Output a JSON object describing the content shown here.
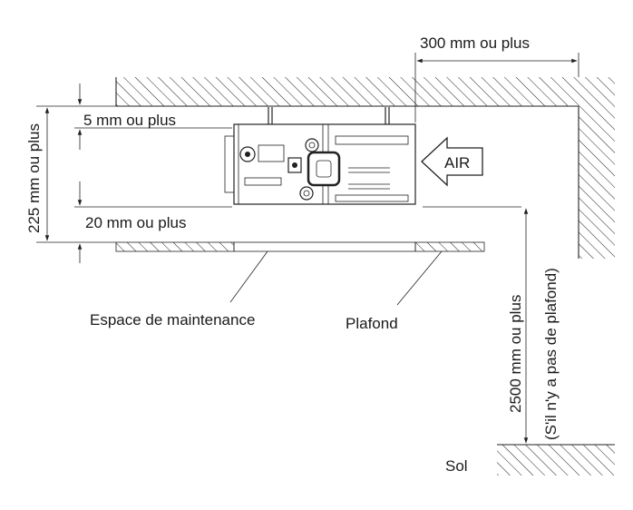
{
  "labels": {
    "dim_top": "300 mm ou plus",
    "dim_gap_top": "5 mm ou plus",
    "dim_gap_bottom": "20 mm ou plus",
    "dim_height": "225 mm ou plus",
    "air": "AIR",
    "maintenance": "Espace de maintenance",
    "ceiling": "Plafond",
    "floor_dim": "2500 mm ou plus",
    "floor_note": "(S'il n'y a pas de plafond)",
    "floor": "Sol"
  }
}
